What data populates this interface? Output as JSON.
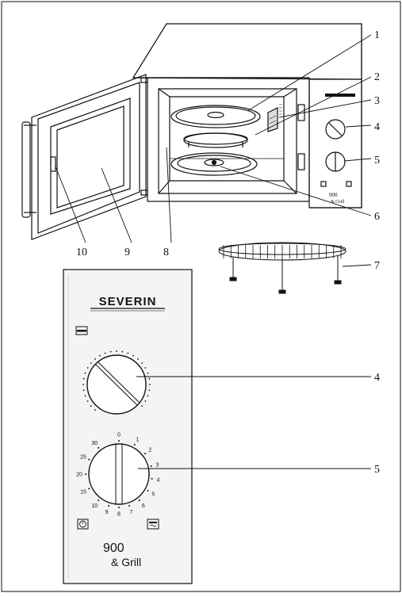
{
  "brand": "SEVERIN",
  "model": {
    "power": "900",
    "suffix": "& Grill"
  },
  "callouts": [
    "1",
    "2",
    "3",
    "4",
    "5",
    "6",
    "7",
    "8",
    "9",
    "10"
  ],
  "timer_numbers": [
    "0",
    "1",
    "2",
    "3",
    "4",
    "5",
    "6",
    "7",
    "8",
    "9",
    "10",
    "15",
    "20",
    "25",
    "30"
  ],
  "colors": {
    "line": "#111111",
    "panel_face": "#f4f4f4",
    "background": "#ffffff"
  },
  "icons": [
    "grill-mode-icon",
    "clock-icon",
    "microwave-grill-icon"
  ]
}
